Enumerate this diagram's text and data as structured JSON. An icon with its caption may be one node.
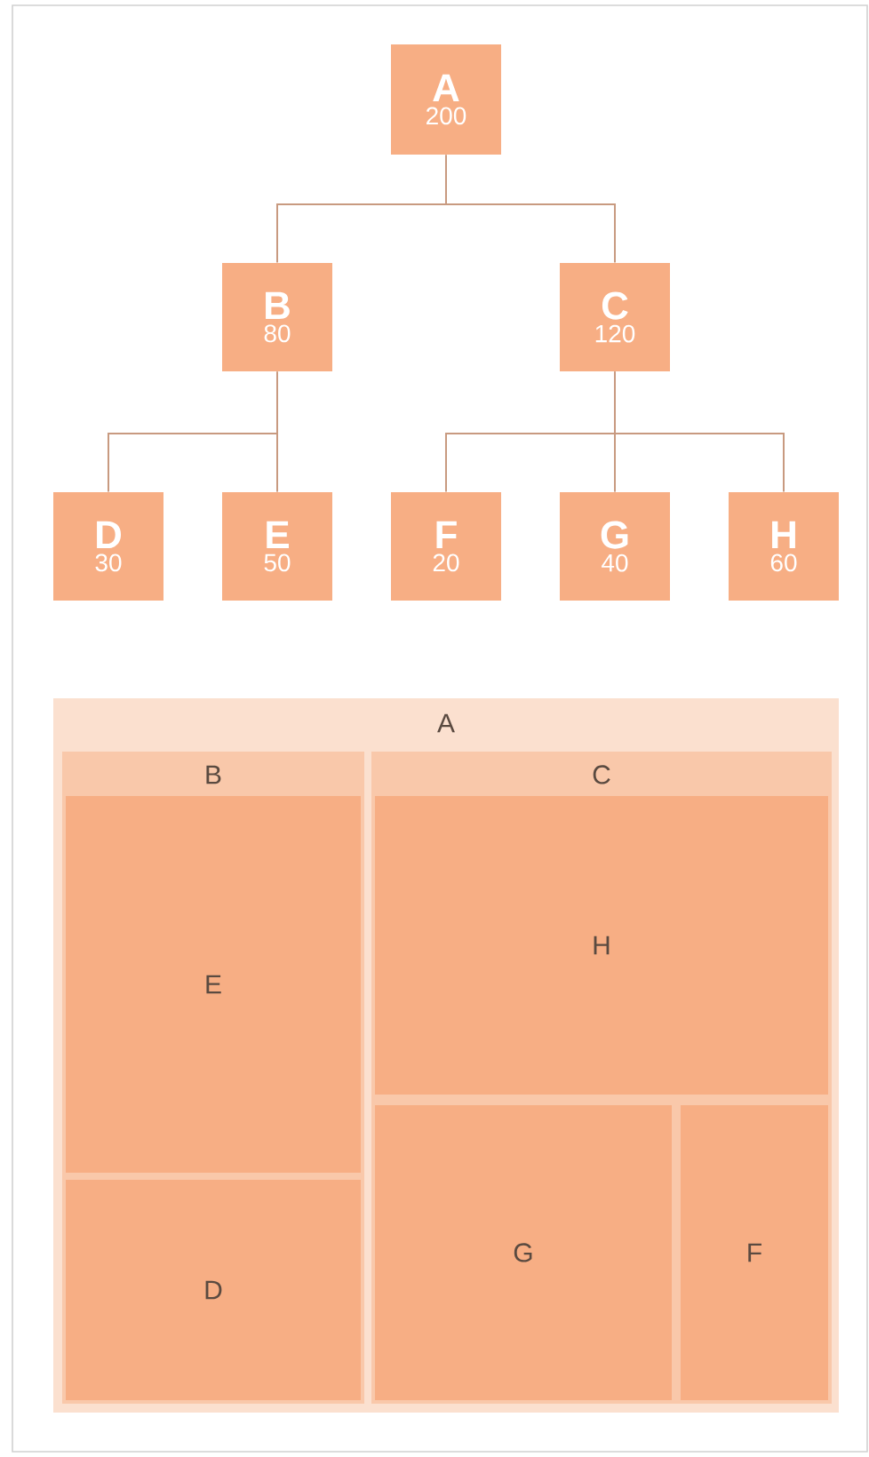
{
  "diagram": {
    "nodes": [
      {
        "text": [
          "A",
          "200"
        ]
      },
      {
        "text": [
          "B",
          "80"
        ]
      },
      {
        "text": [
          "C",
          "120"
        ]
      },
      {
        "text": [
          "D",
          "30"
        ]
      },
      {
        "text": [
          "E",
          "50"
        ]
      },
      {
        "text": [
          "F",
          "20"
        ]
      },
      {
        "text": [
          "G",
          "40"
        ]
      },
      {
        "text": [
          "H",
          "60"
        ]
      },
      {
        "text": [
          "A"
        ]
      },
      {
        "text": [
          "B"
        ],
        "in": 8
      },
      {
        "text": [
          "C"
        ],
        "in": 8
      },
      {
        "text": [
          "E"
        ],
        "in": 9
      },
      {
        "text": [
          "H"
        ],
        "in": 10
      },
      {
        "text": [
          "G"
        ],
        "in": 10
      },
      {
        "text": [
          "F"
        ],
        "in": 10
      },
      {
        "text": [
          "D"
        ],
        "in": 9
      }
    ],
    "edges": [
      {
        "from": 0,
        "to": 1,
        "arrow": "none"
      },
      {
        "from": 0,
        "to": 2,
        "arrow": "none"
      },
      {
        "from": 1,
        "to": 3,
        "arrow": "none"
      },
      {
        "from": 1,
        "to": 4,
        "arrow": "none"
      },
      {
        "from": 2,
        "to": 5,
        "arrow": "none"
      },
      {
        "from": 2,
        "to": 6,
        "arrow": "none"
      },
      {
        "from": 2,
        "to": 7,
        "arrow": "none"
      }
    ]
  }
}
